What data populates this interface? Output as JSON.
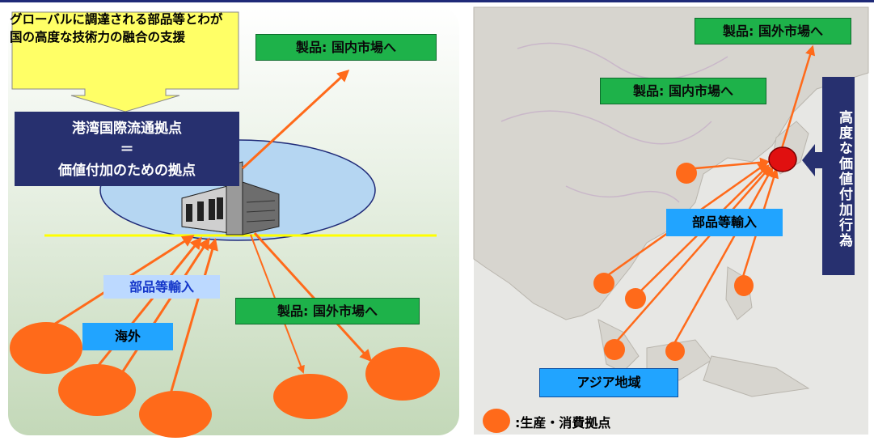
{
  "left": {
    "callout_text": "グローバルに調達される部品等とわが国の高度な技術力の融合の支援",
    "hub_line1": "港湾国際流通拠点",
    "hub_line2": "＝",
    "hub_line3": "価値付加のための拠点",
    "domestic_label": "製品: 国内市場へ",
    "parts_import_label": "部品等輸入",
    "overseas_label": "海外",
    "foreign_label": "製品: 国外市場へ"
  },
  "right": {
    "foreign_label": "製品: 国外市場へ",
    "domestic_label": "製品: 国内市場へ",
    "value_added_vertical": "高度な価値付加行為",
    "parts_import_label": "部品等輸入",
    "asia_label": "アジア地域",
    "legend_text": ":生産・消費拠点"
  },
  "colors": {
    "arrow": "#ff6a1a",
    "node": "#ff6a1a",
    "green_label": "#1eb24a",
    "blue_label": "#21a4ff",
    "navy": "#27306f",
    "japan_hub": "#e01010"
  }
}
